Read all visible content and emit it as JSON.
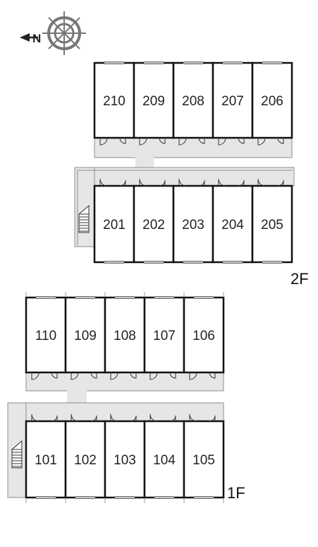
{
  "compass": {
    "north_letter": "N",
    "icon": "compass-rose-icon"
  },
  "floors": [
    {
      "label": "2F",
      "back_row": [
        "210",
        "209",
        "208",
        "207",
        "206"
      ],
      "front_row": [
        "201",
        "202",
        "203",
        "204",
        "205"
      ]
    },
    {
      "label": "1F",
      "back_row": [
        "110",
        "109",
        "108",
        "107",
        "106"
      ],
      "front_row": [
        "101",
        "102",
        "103",
        "104",
        "105"
      ]
    }
  ],
  "colors": {
    "corridor": "#e6e6e6",
    "wall": "#111111",
    "corridor_edge": "#8c8c8c",
    "compass": "#777777"
  }
}
